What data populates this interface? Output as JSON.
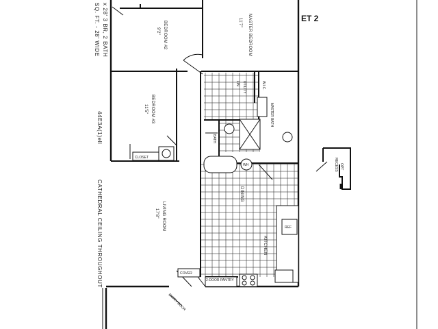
{
  "sheet": {
    "label": "ET 2"
  },
  "specs": {
    "line1": "x 28' 3 BR, 2 BATH",
    "line2": "SQ. FT. - 28' WIDE",
    "model": "44E3A(1)ell",
    "ceiling_note": "CATHEDRAL CEILING THROUGHOUT"
  },
  "rooms": {
    "master_bedroom": {
      "name": "MASTER BEDROOM",
      "size": "11'7\""
    },
    "bedroom2": {
      "name": "BEDROOM #2",
      "size": "9'2\""
    },
    "bedroom3": {
      "name": "BEDROOM #3",
      "size": "11'5\""
    },
    "living_room": {
      "name": "LIVING ROOM",
      "size": "17'8\""
    },
    "dining": {
      "name": "DINING"
    },
    "kitchen": {
      "name": "KITCHEN"
    },
    "closet": {
      "name": "CLOSET"
    },
    "bath": {
      "name": "BATH"
    },
    "master_bath": {
      "name": "MASTER BATH"
    },
    "linen": {
      "name": "LIN"
    },
    "wic": {
      "name": "W.I.C."
    },
    "utility": {
      "name": "UTILITY"
    }
  },
  "fixtures": {
    "wh": "WH",
    "refrigerator": "REF",
    "pantry": "2-DOOR PANTRY",
    "cover": "COVER",
    "entry": "ENTRY DOOR"
  },
  "opt_recess": {
    "line1": "OPT",
    "line2": "RECESS"
  }
}
